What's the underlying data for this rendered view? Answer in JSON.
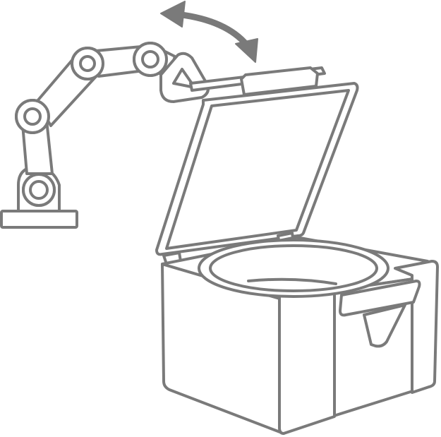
{
  "illustration": {
    "stroke_color": "#7a7a7a",
    "fill_color": "#ffffff",
    "arrow_color": "#7a7a7a",
    "parts": {
      "robot_arm": "robot-arm",
      "gripper": "gripper",
      "motion_arrow": "double-headed-curved-arrow",
      "lid": "open-lid",
      "container": "container-box",
      "bowl": "inner-bowl",
      "handle": "front-handle"
    }
  }
}
